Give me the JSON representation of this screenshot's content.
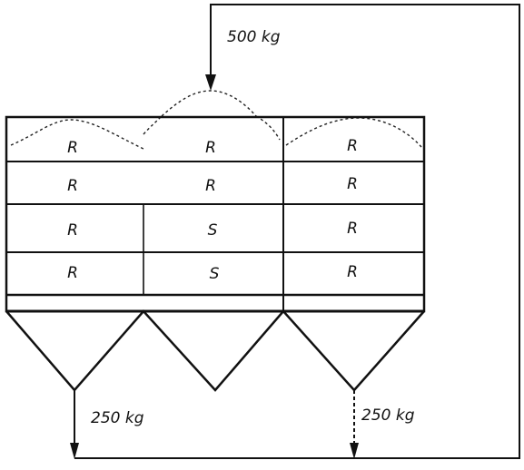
{
  "diagram": {
    "feed_label": "500 kg",
    "outlet_left_label": "250 kg",
    "outlet_right_label": "250 kg",
    "grid": {
      "rows": [
        [
          "R",
          "R",
          "R"
        ],
        [
          "R",
          "R",
          "R"
        ],
        [
          "R",
          "S",
          "R"
        ],
        [
          "R",
          "S",
          "R"
        ]
      ]
    }
  }
}
